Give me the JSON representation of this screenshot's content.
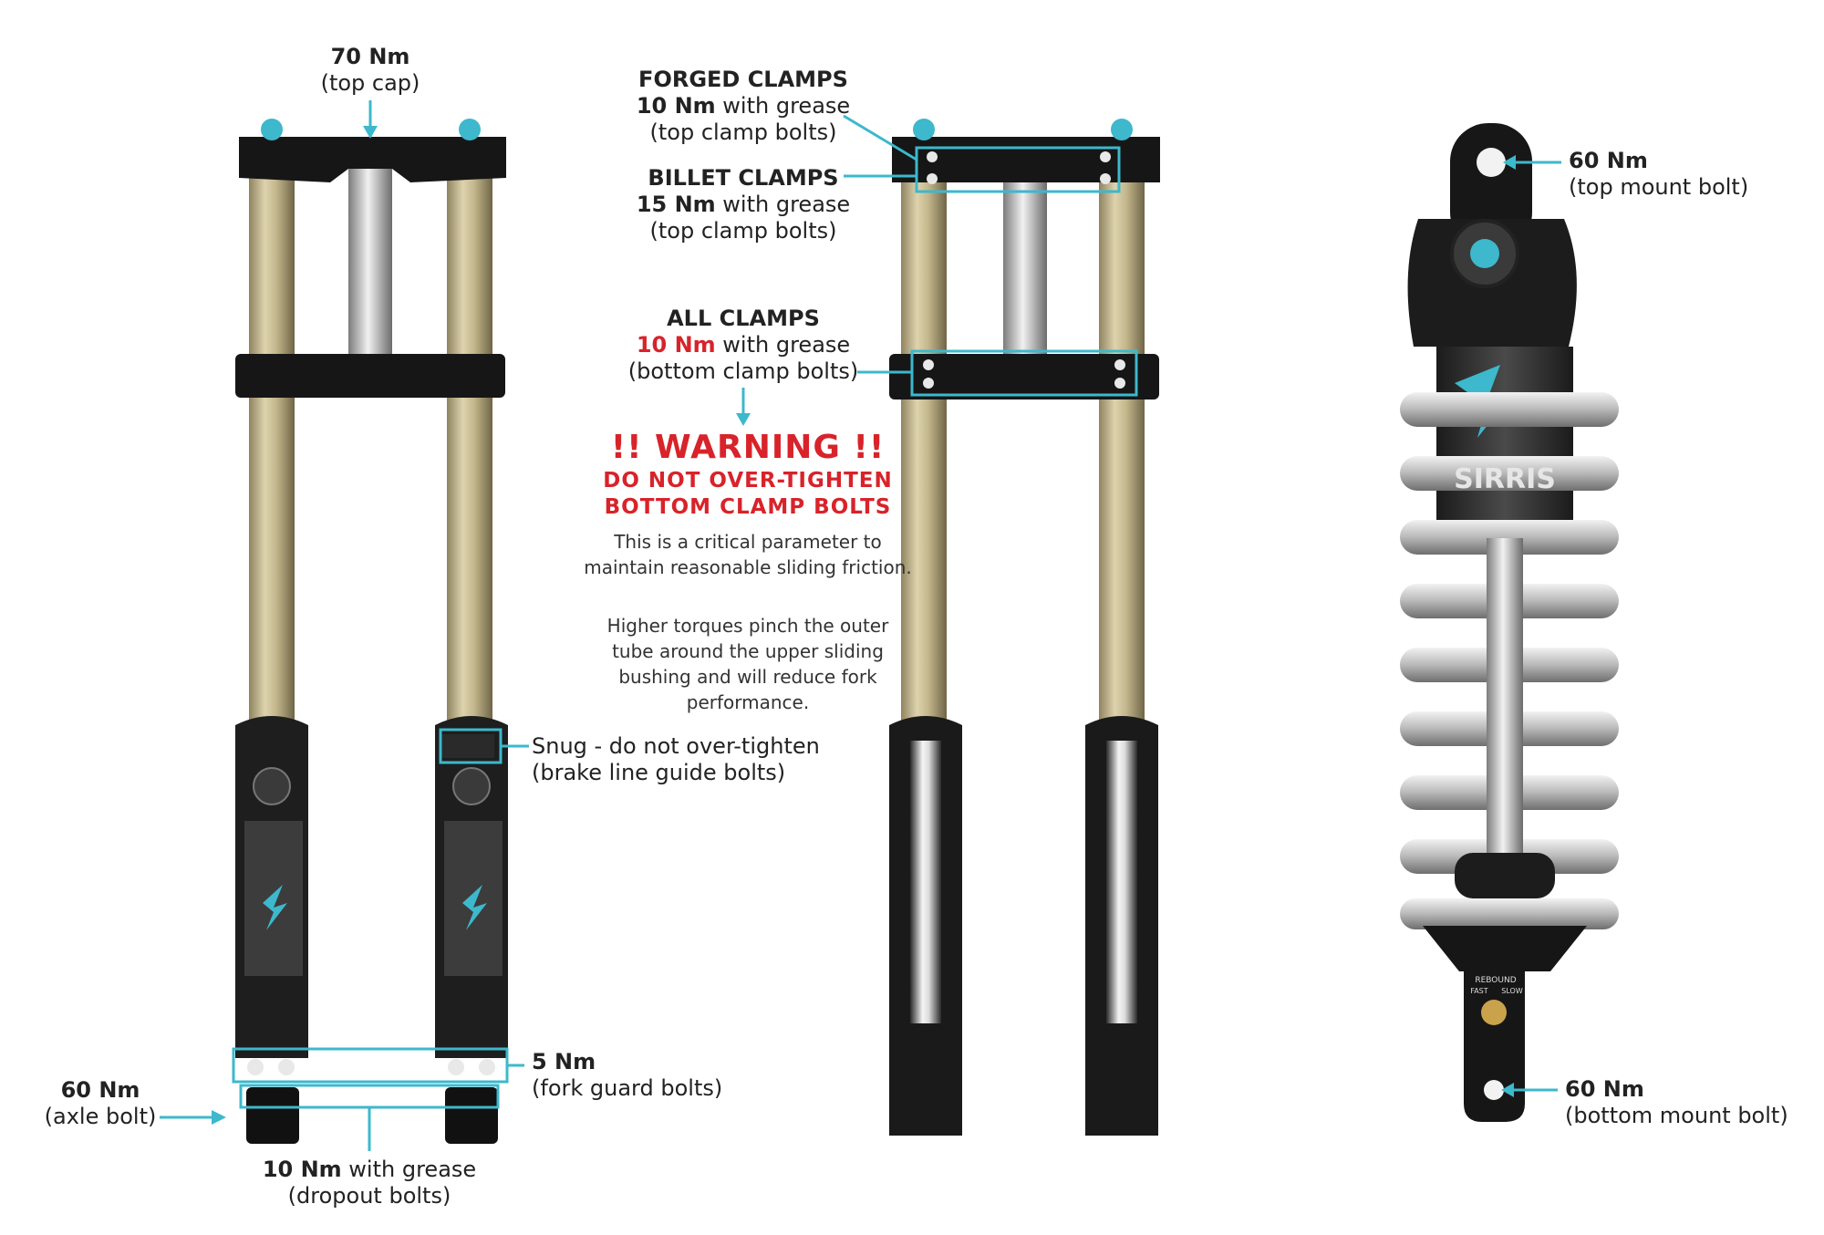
{
  "labels": {
    "top_cap": {
      "value": "70 Nm",
      "note": "(top cap)"
    },
    "forged": {
      "title": "FORGED CLAMPS",
      "value": "10 Nm",
      "suffix": " with grease",
      "note": "(top clamp bolts)"
    },
    "billet": {
      "title": "BILLET CLAMPS",
      "value": "15 Nm",
      "suffix": " with grease",
      "note": "(top clamp bolts)"
    },
    "all_clamps": {
      "title": "ALL CLAMPS",
      "value": "10 Nm",
      "suffix": " with grease",
      "note": "(bottom clamp bolts)"
    },
    "snug": {
      "value": "Snug - do not over-tighten",
      "note": "(brake line guide bolts)"
    },
    "fork_guard": {
      "value": "5 Nm",
      "note": "(fork guard bolts)"
    },
    "axle": {
      "value": "60 Nm",
      "note": "(axle bolt)"
    },
    "dropout": {
      "value": "10 Nm",
      "suffix": " with grease",
      "note": "(dropout bolts)"
    },
    "top_mount": {
      "value": "60 Nm",
      "note": "(top mount bolt)"
    },
    "bottom_mount": {
      "value": "60 Nm",
      "note": "(bottom mount bolt)"
    }
  },
  "warning": {
    "title": "!! WARNING !!",
    "line1": "DO NOT OVER-TIGHTEN",
    "line2": "BOTTOM CLAMP BOLTS",
    "para1": "This is a critical parameter to maintain reasonable sliding friction.",
    "para2": "Higher torques pinch the outer tube around the upper sliding bushing and will reduce fork performance."
  },
  "brand": {
    "logo_text": "SIRRIS",
    "rebound": "REBOUND",
    "fast": "FAST",
    "slow": "SLOW"
  },
  "colors": {
    "accent": "#3db8cc",
    "warning": "#d8232a",
    "stanchion": "#b9ac86",
    "black": "#1a1a1a"
  }
}
